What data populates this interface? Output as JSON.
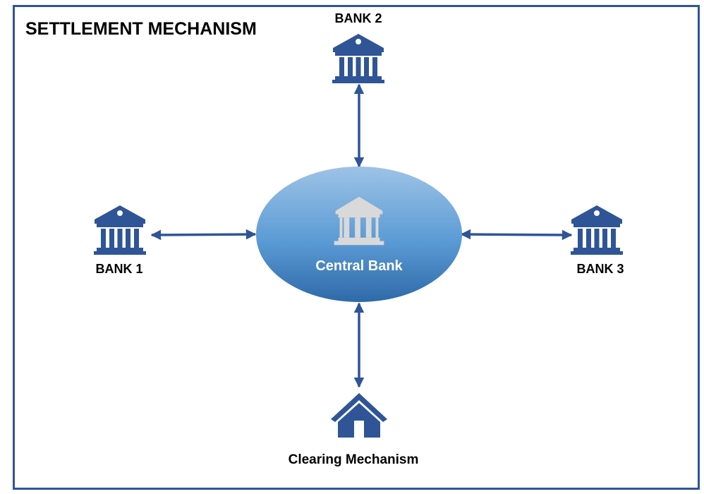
{
  "title": "SETTLEMENT MECHANISM",
  "colors": {
    "border": "#2f5597",
    "icon": "#2f5597",
    "arrow": "#2f5597",
    "ellipse_top": "#9dc3e6",
    "ellipse_bottom": "#2e6aa8",
    "center_icon": "#d9d9d9",
    "center_text": "#ffffff"
  },
  "nodes": {
    "center": {
      "label": "Central Bank",
      "icon": "bank-icon"
    },
    "bank1": {
      "label": "BANK 1",
      "icon": "bank-icon"
    },
    "bank2": {
      "label": "BANK 2",
      "icon": "bank-icon"
    },
    "bank3": {
      "label": "BANK 3",
      "icon": "bank-icon"
    },
    "clearing": {
      "label": "Clearing Mechanism",
      "icon": "house-icon"
    }
  },
  "edges": [
    {
      "from": "bank1",
      "to": "center",
      "direction": "bidirectional"
    },
    {
      "from": "bank2",
      "to": "center",
      "direction": "bidirectional"
    },
    {
      "from": "bank3",
      "to": "center",
      "direction": "bidirectional"
    },
    {
      "from": "clearing",
      "to": "center",
      "direction": "bidirectional"
    }
  ]
}
